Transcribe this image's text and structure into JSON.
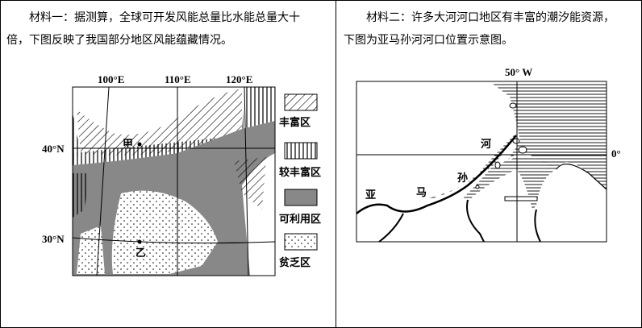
{
  "material1": {
    "line1": "材料一：据测算，全球可开发风能总量比水能总量大十",
    "line2": "倍，下图反映了我国部分地区风能蕴藏情况。",
    "map": {
      "lon_labels": [
        "100°E",
        "110°E",
        "120°E"
      ],
      "lat_labels": [
        "40°N",
        "30°N"
      ],
      "points": [
        "甲",
        "乙"
      ],
      "legend": [
        "丰富区",
        "较丰富区",
        "可利用区",
        "贫乏区"
      ]
    }
  },
  "material2": {
    "line1": "材料二：许多大河河口地区有丰富的潮汐能资源，",
    "line2": "下图为亚马孙河河口位置示意图。",
    "map": {
      "lon_label": "50° W",
      "lat_label": "0°",
      "river_chars": [
        "亚",
        "马",
        "孙",
        "河"
      ]
    }
  }
}
